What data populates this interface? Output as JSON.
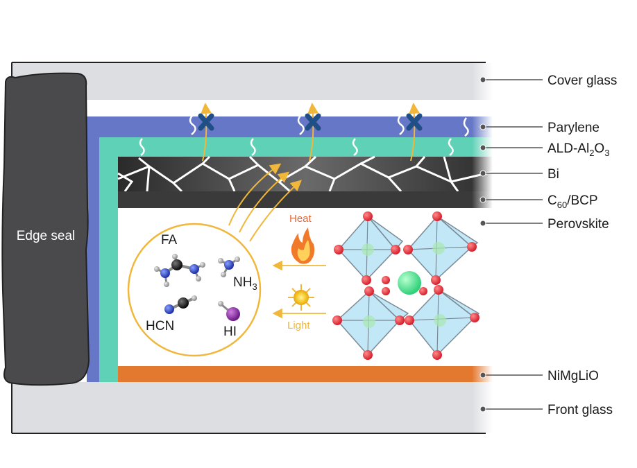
{
  "layers": {
    "cover_glass": "Cover glass",
    "parylene": "Parylene",
    "ald_base": "ALD-Al",
    "ald_sub1": "2",
    "ald_mid": "O",
    "ald_sub2": "3",
    "bi": "Bi",
    "c60_base": "C",
    "c60_sub": "60",
    "c60_rest": "/BCP",
    "perovskite": "Perovskite",
    "nimglio": "NiMgLiO",
    "front_glass": "Front glass"
  },
  "edge_seal": "Edge seal",
  "stimuli": {
    "heat": "Heat",
    "light": "Light"
  },
  "molecules": {
    "fa": "FA",
    "nh3_base": "NH",
    "nh3_sub": "3",
    "hcn": "HCN",
    "hi": "HI"
  },
  "colors": {
    "glass": "#dcdee2",
    "parylene": "#6577c6",
    "ald": "#5ed1b6",
    "c60": "#3a3a3a",
    "nimglio": "#e3782f",
    "edge_seal": "#4a4a4c",
    "arrow": "#f0b73a",
    "heat_text": "#e8673a",
    "light_text": "#f0b73a",
    "block_x": "#1f4f86"
  }
}
